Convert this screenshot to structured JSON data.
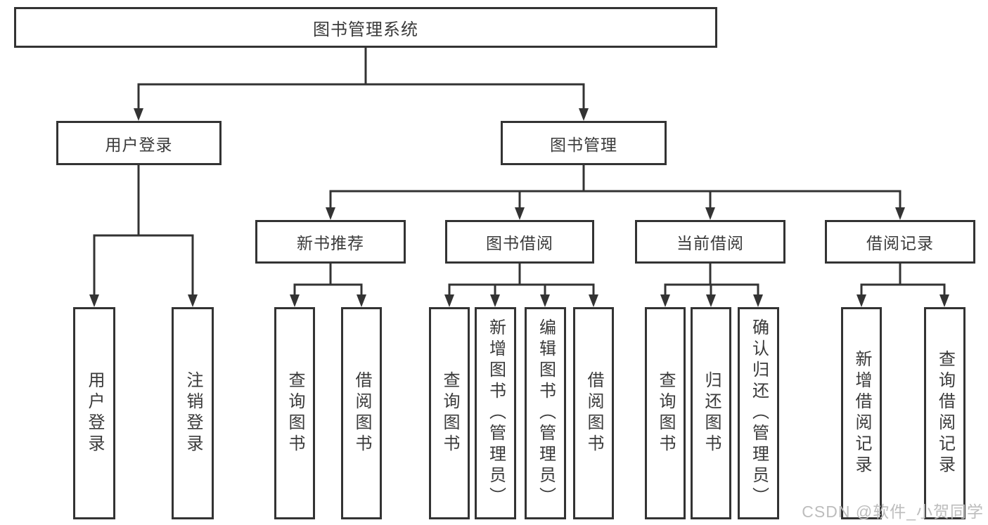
{
  "tree": {
    "root": {
      "label": "图书管理系统",
      "children": [
        {
          "label": "用户登录",
          "children": [
            {
              "label": "用户登录"
            },
            {
              "label": "注销登录"
            }
          ]
        },
        {
          "label": "图书管理",
          "children": [
            {
              "label": "新书推荐",
              "children": [
                {
                  "label": "查询图书"
                },
                {
                  "label": "借阅图书"
                }
              ]
            },
            {
              "label": "图书借阅",
              "children": [
                {
                  "label": "查询图书"
                },
                {
                  "label": "新增图书（管理员）"
                },
                {
                  "label": "编辑图书（管理员）"
                },
                {
                  "label": "借阅图书"
                }
              ]
            },
            {
              "label": "当前借阅",
              "children": [
                {
                  "label": "查询图书"
                },
                {
                  "label": "归还图书"
                },
                {
                  "label": "确认归还（管理员）"
                }
              ]
            },
            {
              "label": "借阅记录",
              "children": [
                {
                  "label": "新增借阅记录"
                },
                {
                  "label": "查询借阅记录"
                }
              ]
            }
          ]
        }
      ]
    }
  },
  "watermark": {
    "text": "CSDN @软件_小贺同学"
  },
  "colors": {
    "background": "#ffffff",
    "box_fill": "#ffffff",
    "box_border": "#333333",
    "line": "#333333",
    "text": "#3a3a3a",
    "watermark": "#bdbdbd"
  }
}
